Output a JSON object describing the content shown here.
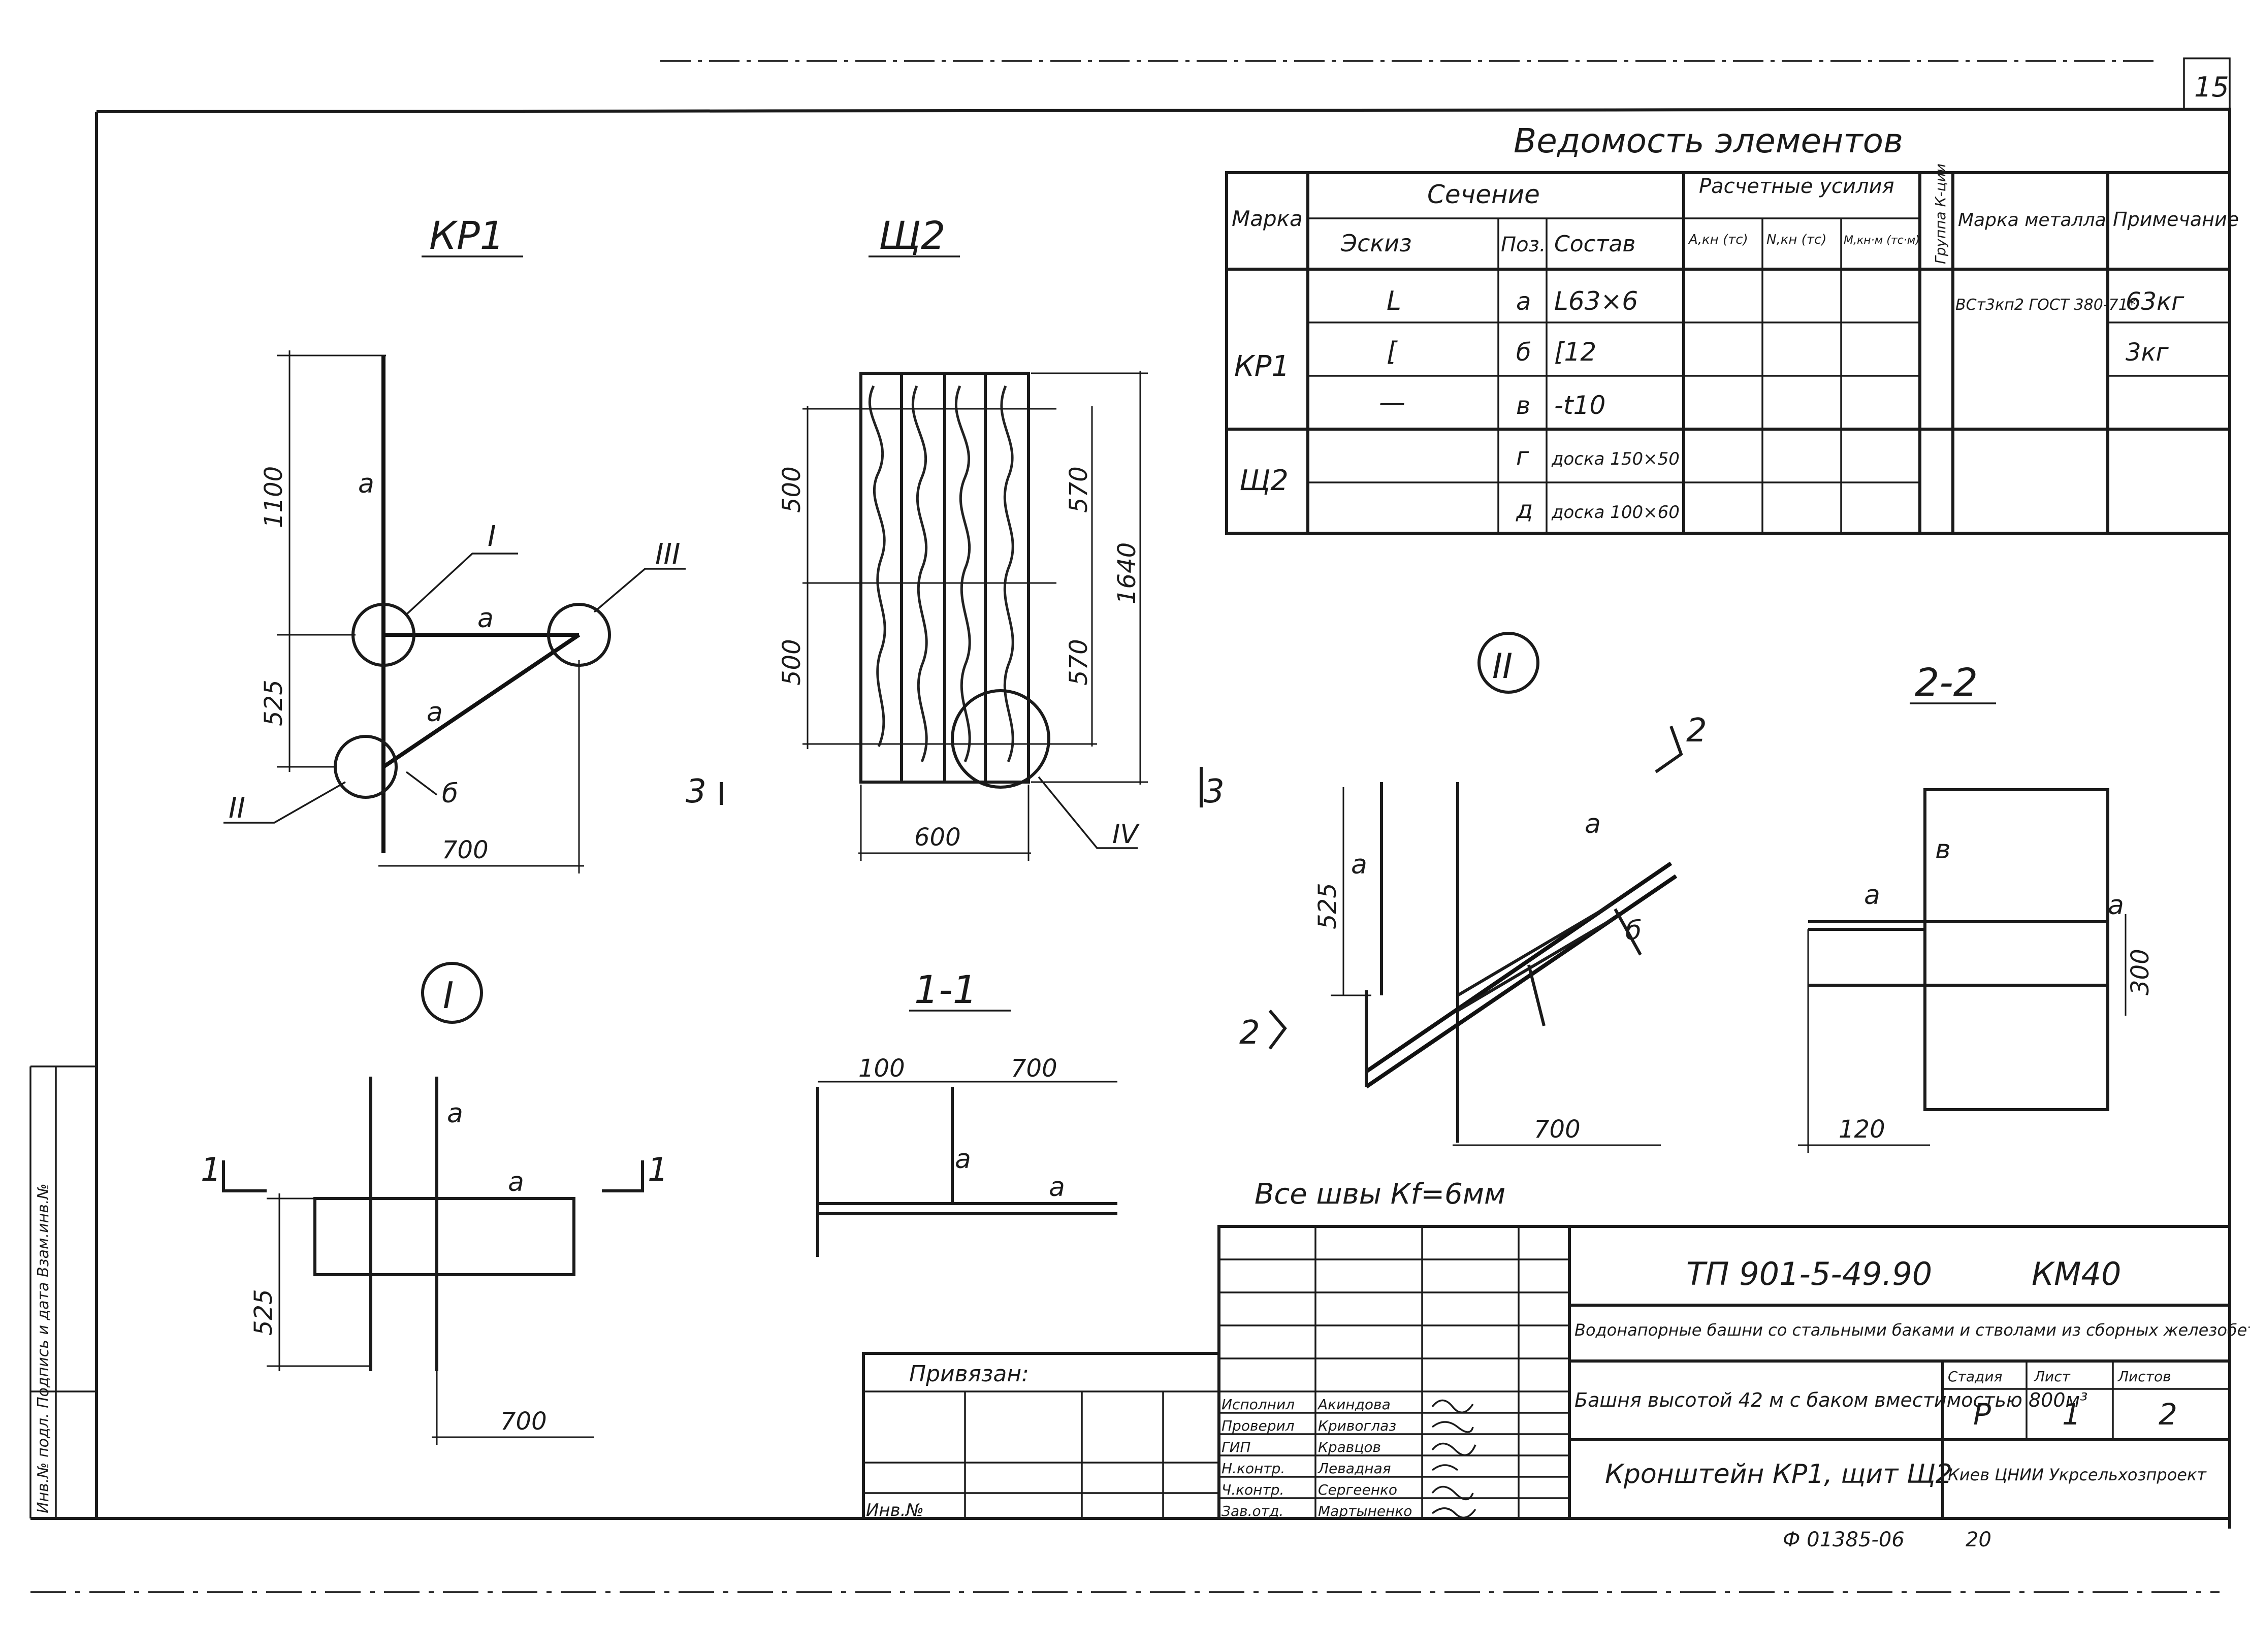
{
  "sheet_number": "15",
  "views": {
    "kp1_title": "КР1",
    "shch2_title": "Щ2",
    "node_I": "I",
    "node_II": "II",
    "node_III": "III",
    "node_IV": "IV",
    "section_11": "1-1",
    "section_22": "2-2",
    "section_mark_1": "1",
    "section_mark_2": "2",
    "section_mark_3": "3"
  },
  "labels": {
    "a": "а",
    "b": "б",
    "v": "в"
  },
  "dims": {
    "d1100": "1100",
    "d525": "525",
    "d700": "700",
    "d500": "500",
    "d570": "570",
    "d1640": "1640",
    "d600": "600",
    "d100": "100",
    "d300": "300",
    "d120": "120"
  },
  "weld_note": "Все швы Кf=6мм",
  "spec": {
    "title": "Ведомость элементов",
    "headers": {
      "mark": "Марка",
      "section": "Сечение",
      "sketch": "Эскиз",
      "pos": "Поз.",
      "composition": "Состав",
      "forces": "Расчетные усилия",
      "a_kn": "А,кн (тс)",
      "n_kn": "N,кн (тс)",
      "m_knm": "М,кн·м (тс·м)",
      "group": "Группа К-ции",
      "steel": "Марка металла",
      "note": "Примечание"
    },
    "kp1_mark": "КР1",
    "shch2_mark": "Щ2",
    "rows": [
      {
        "sketch": "L",
        "pos": "а",
        "comp": "L63×6"
      },
      {
        "sketch": "[",
        "pos": "б",
        "comp": "[12"
      },
      {
        "sketch": "—",
        "pos": "в",
        "comp": "-t10"
      },
      {
        "sketch": "",
        "pos": "г",
        "comp": "доска 150×50"
      },
      {
        "sketch": "",
        "pos": "д",
        "comp": "доска 100×60"
      }
    ],
    "steel": "ВСт3кп2 ГОСТ 380-71*",
    "note1": "63кг",
    "note2": "3кг"
  },
  "stamp": {
    "code": "ТП 901-5-49.90",
    "album": "КМ40",
    "project": "Водонапорные башни со стальными баками и стволами из сборных железобетонных элементов",
    "object": "Башня высотой 42 м с баком вместимостью 800м³",
    "sheet_name": "Кронштейн КР1, щит Щ2",
    "stage_label": "Стадия",
    "sheet_label": "Лист",
    "sheets_label": "Листов",
    "stage": "Р",
    "sheet": "1",
    "sheets": "2",
    "org": "Киев ЦНИИ Укрсельхозпроект",
    "binding": "Привязан:",
    "inv": "Инв.№",
    "roles": [
      "Исполнил",
      "Проверил",
      "ГИП",
      "Н.контр.",
      "Ч.контр.",
      "Зав.отд."
    ],
    "names": [
      "Акиндова",
      "Кривоглаз",
      "Кравцов",
      "Левадная",
      "Сергеенко",
      "Мартыненко"
    ]
  },
  "side_text": "Инв.№ подл. Подпись и дата Взам.инв.№",
  "format": "Ф 01385-06",
  "format_num": "20"
}
